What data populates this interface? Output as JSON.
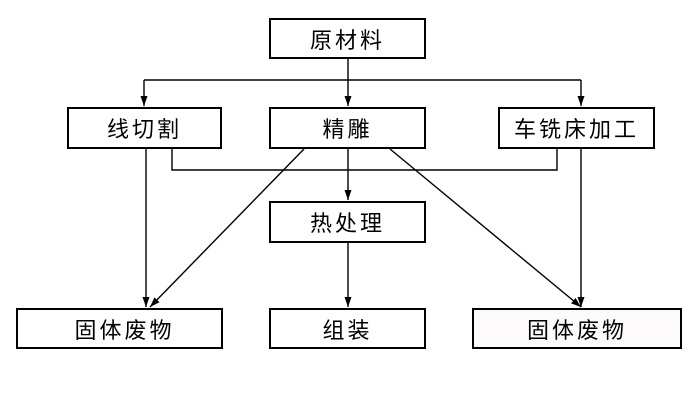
{
  "diagram": {
    "nodes": {
      "raw": "原材料",
      "wire_cut": "线切割",
      "fine_carving": "精雕",
      "machining": "车铣床加工",
      "heat_treatment": "热处理",
      "solid_waste_left": "固体废物",
      "assembly": "组装",
      "solid_waste_right": "固体废物"
    },
    "edges": [
      {
        "from": "raw",
        "to": "wire_cut"
      },
      {
        "from": "raw",
        "to": "fine_carving"
      },
      {
        "from": "raw",
        "to": "machining"
      },
      {
        "from": "wire_cut",
        "to": "solid_waste_left"
      },
      {
        "from": "fine_carving",
        "to": "solid_waste_left"
      },
      {
        "from": "fine_carving",
        "to": "heat_treatment"
      },
      {
        "from": "fine_carving",
        "to": "solid_waste_right"
      },
      {
        "from": "machining",
        "to": "solid_waste_right"
      },
      {
        "from": "heat_treatment",
        "to": "assembly"
      }
    ],
    "colors": {
      "line": "#000000",
      "box_border": "#000000",
      "text": "#000000"
    }
  }
}
